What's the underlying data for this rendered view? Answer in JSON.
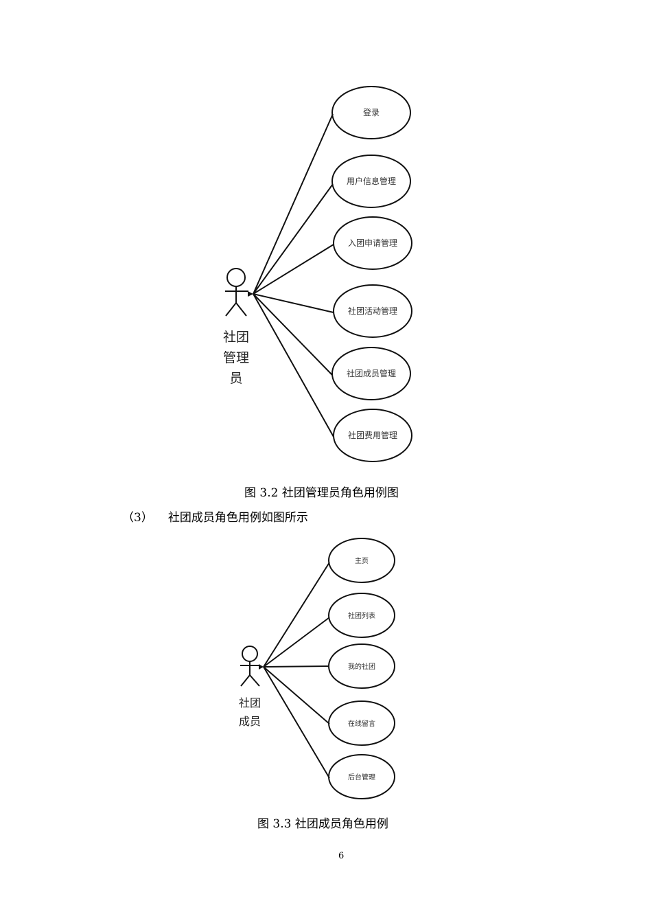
{
  "figure_32": {
    "actor": {
      "lines": [
        "社团",
        "管理",
        "员"
      ]
    },
    "use_cases": [
      "登录",
      "用户信息管理",
      "入团申请管理",
      "社团活动管理",
      "社团成员管理",
      "社团费用管理"
    ],
    "caption": "图 3.2 社团管理员角色用例图"
  },
  "paragraph": {
    "number": "（3）",
    "text": "社团成员角色用例如图所示"
  },
  "figure_33": {
    "actor": {
      "lines": [
        "社团",
        "成员"
      ]
    },
    "use_cases": [
      "主页",
      "社团列表",
      "我的社团",
      "在线留言",
      "后台管理"
    ],
    "caption": "图 3.3 社团成员角色用例"
  },
  "page_number": "6"
}
